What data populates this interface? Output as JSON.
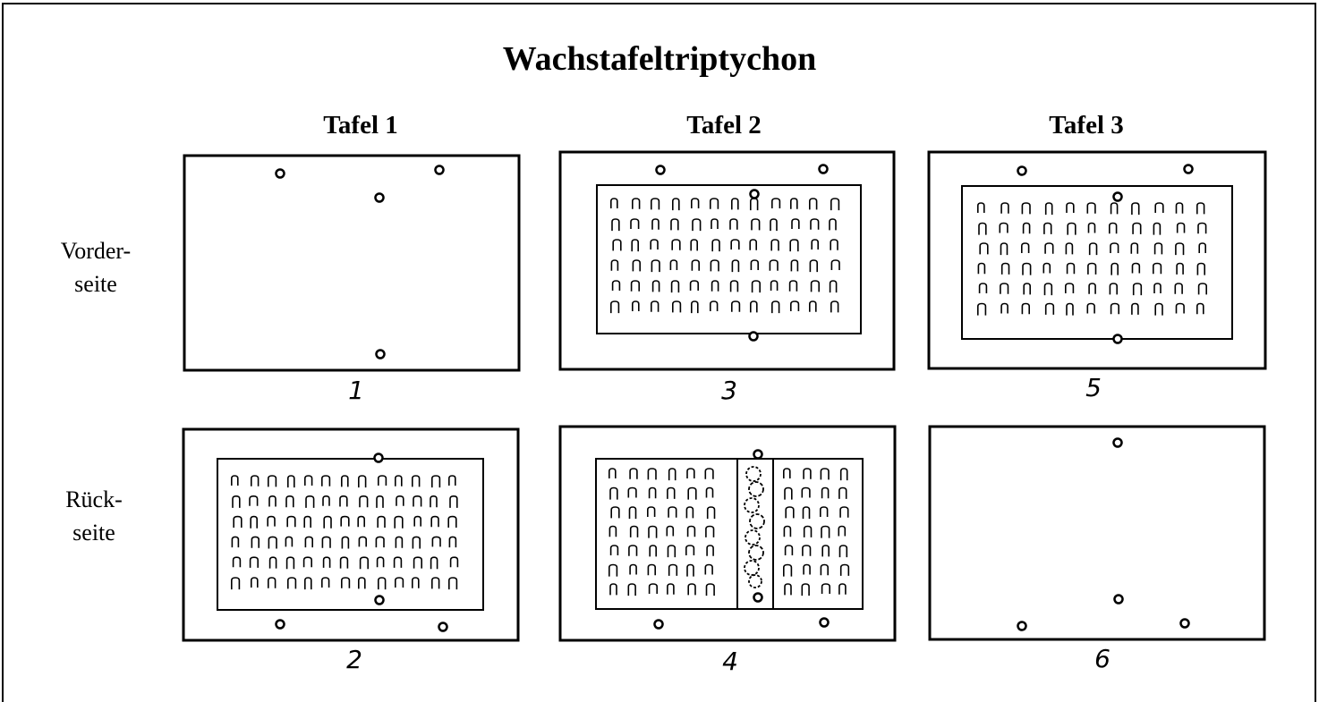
{
  "title": "Wachstafeltriptychon",
  "columns": [
    "Tafel 1",
    "Tafel 2",
    "Tafel 3"
  ],
  "rows": [
    {
      "line1": "Vorder-",
      "line2": "seite"
    },
    {
      "line1": "Rück-",
      "line2": "seite"
    }
  ],
  "panels": [
    {
      "number": "1",
      "label": "Tafel 1 Vorderseite",
      "writing": "none"
    },
    {
      "number": "2",
      "label": "Tafel 1 Rückseite",
      "writing": "full"
    },
    {
      "number": "3",
      "label": "Tafel 2 Vorderseite",
      "writing": "full"
    },
    {
      "number": "4",
      "label": "Tafel 2 Rückseite",
      "writing": "split with sealing strip"
    },
    {
      "number": "5",
      "label": "Tafel 3 Vorderseite",
      "writing": "full"
    },
    {
      "number": "6",
      "label": "Tafel 3 Rückseite",
      "writing": "none"
    }
  ],
  "colors": {
    "line": "#000000",
    "background": "#ffffff"
  }
}
